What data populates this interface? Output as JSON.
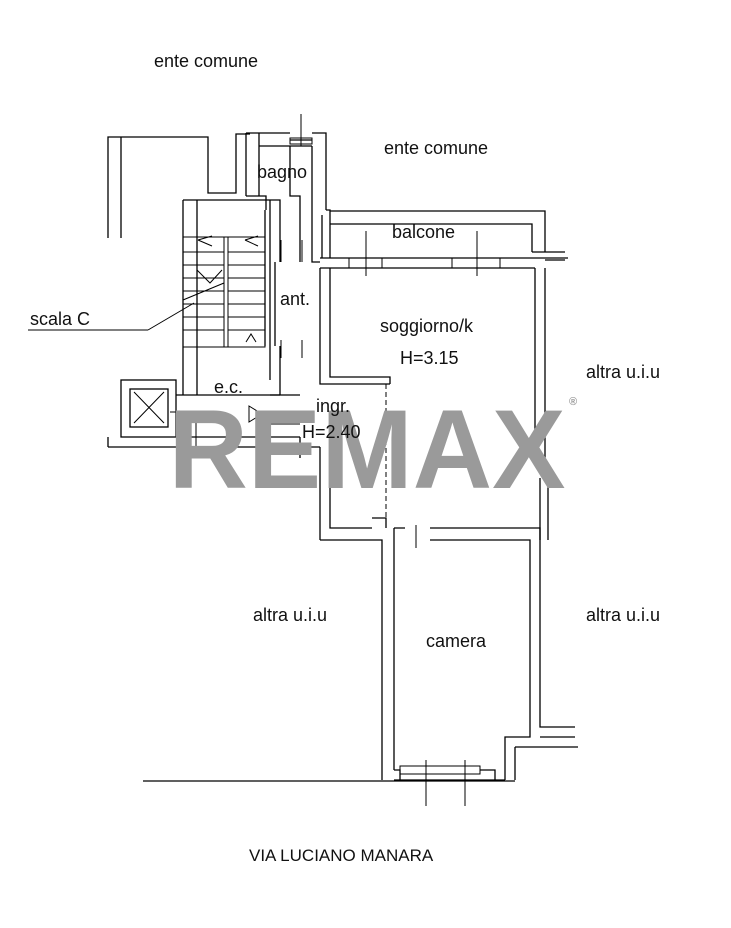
{
  "labels": {
    "ente_comune_top": "ente comune",
    "ente_comune_right": "ente comune",
    "bagno": "bagno",
    "balcone": "balcone",
    "ant": "ant.",
    "scala": "scala C",
    "soggiorno": "soggiorno/k",
    "soggiorno_h": "H=3.15",
    "ec": "e.c.",
    "ingr": "ingr.",
    "ingr_h": "H=2.40",
    "altra_right_top": "altra u.i.u",
    "altra_left": "altra u.i.u",
    "altra_right_bottom": "altra u.i.u",
    "camera": "camera",
    "street": "VIA LUCIANO MANARA"
  },
  "watermark": {
    "text": "REMAX",
    "registered": "®",
    "color": "#9a9a9a"
  }
}
